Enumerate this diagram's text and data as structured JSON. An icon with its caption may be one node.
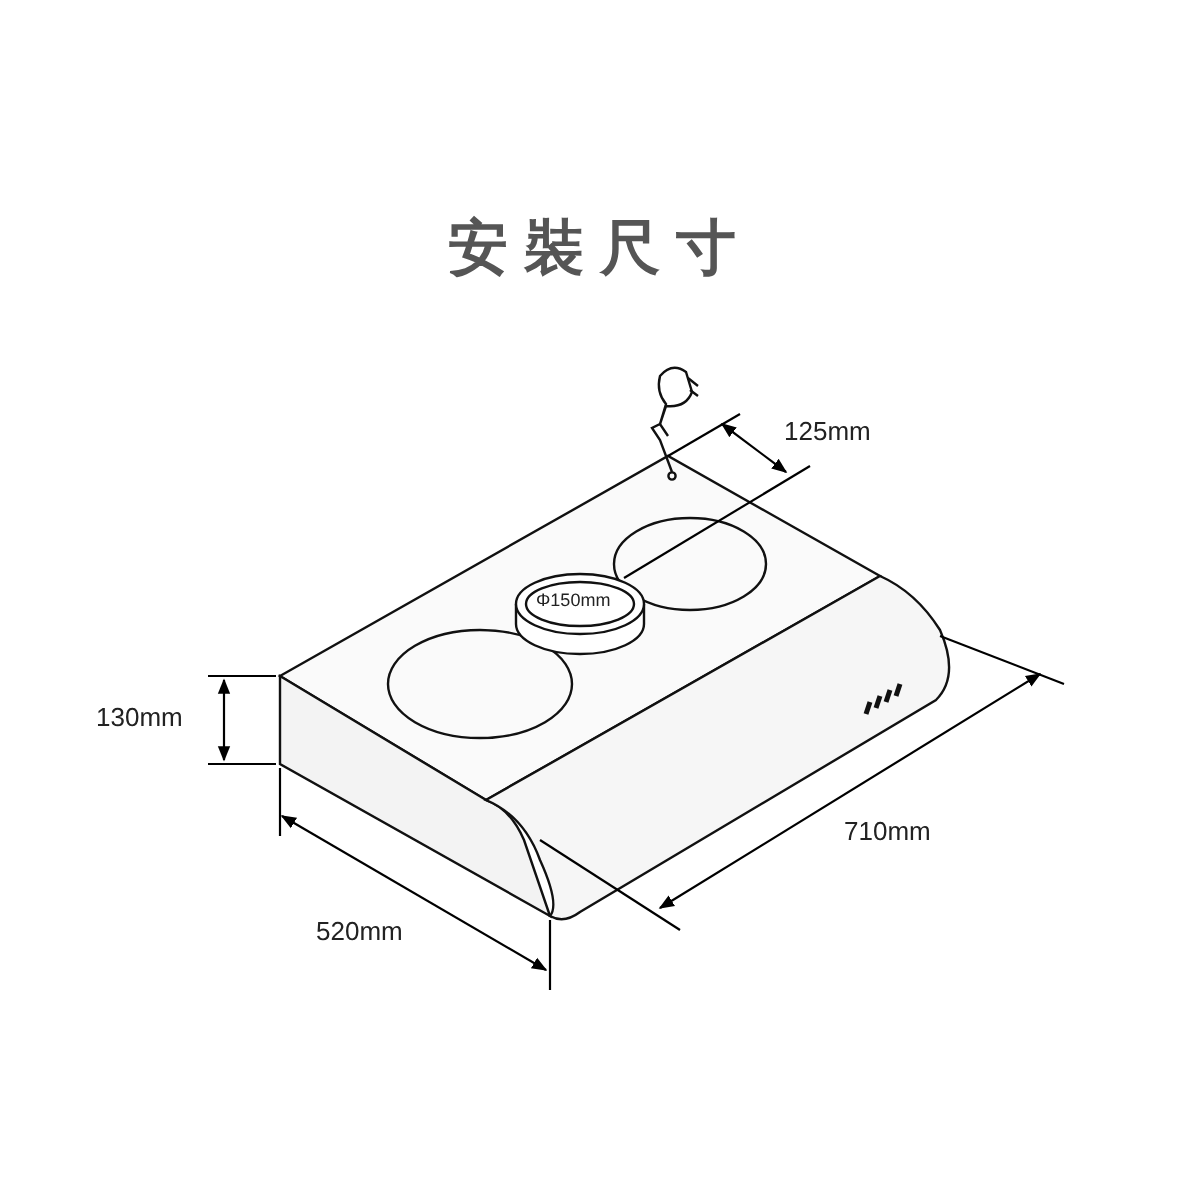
{
  "diagram": {
    "title": "安裝尺寸",
    "labels": [
      "125mm",
      "Φ150mm",
      "130mm",
      "710mm",
      "520mm"
    ]
  }
}
